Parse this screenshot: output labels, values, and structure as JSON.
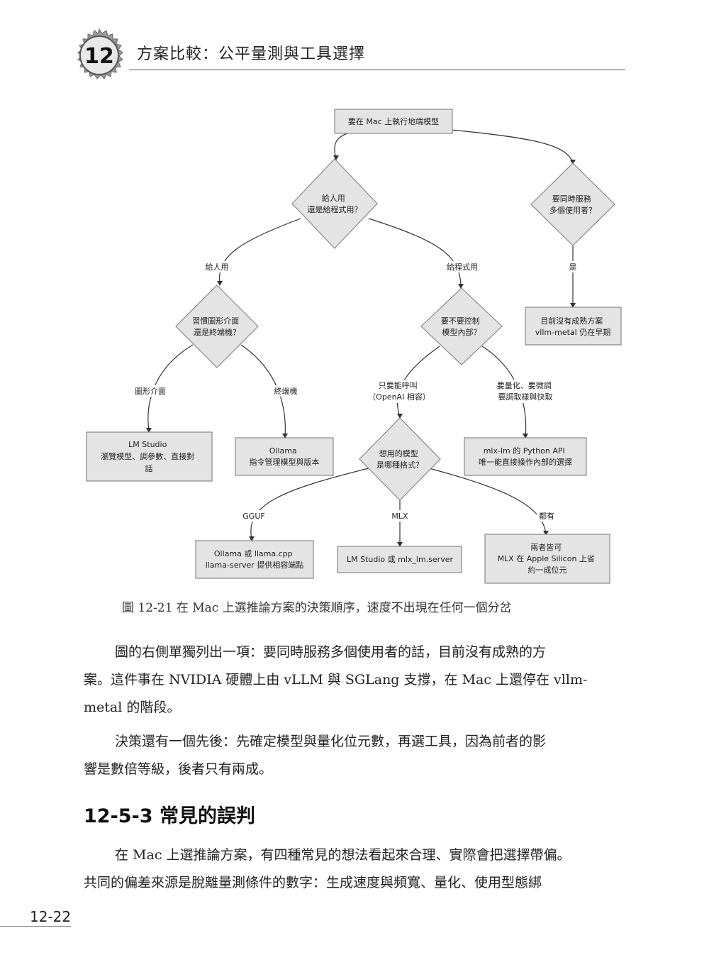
{
  "header": {
    "chapter_number": "12",
    "chapter_title": "方案比較：公平量測與工具選擇"
  },
  "flowchart": {
    "nodes": {
      "start": "要在 Mac 上執行地端模型",
      "q_user_or_program": [
        "給人用",
        "還是給程式用？"
      ],
      "q_multi_user": [
        "要同時服務",
        "多個使用者？"
      ],
      "q_gui_or_terminal": [
        "習慣圖形介面",
        "還是終端機？"
      ],
      "q_control_internals": [
        "要不要控制",
        "模型內部？"
      ],
      "q_model_format": [
        "想用的模型",
        "是哪種格式？"
      ],
      "r_no_mature": [
        "目前沒有成熟方案",
        "vllm-metal 仍在早期"
      ],
      "r_lm_studio": [
        "LM Studio",
        "瀏覽模型、調參數、直接對",
        "話"
      ],
      "r_ollama": [
        "Ollama",
        "指令管理模型與版本"
      ],
      "r_mlx_lm": [
        "mlx-lm 的 Python API",
        "唯一能直接操作內部的選擇"
      ],
      "r_gguf": [
        "Ollama 或 llama.cpp",
        "llama-server 提供相容端點"
      ],
      "r_mlx": [
        "LM Studio 或 mlx_lm.server"
      ],
      "r_both": [
        "兩者皆可",
        "MLX 在 Apple Silicon 上省",
        "約一成位元"
      ]
    },
    "edge_labels": {
      "for_people": "給人用",
      "for_program": "給程式用",
      "yes": "是",
      "gui": "圖形介面",
      "terminal": "終端機",
      "call_only": [
        "只要能呼叫",
        "（OpenAI 相容）"
      ],
      "quant_finetune": [
        "要量化、要微調",
        "要調取樣與快取"
      ],
      "gguf": "GGUF",
      "mlx": "MLX",
      "both": "都有"
    }
  },
  "caption": "圖 12-21  在 Mac 上選推論方案的決策順序，速度不出現在任何一個分岔",
  "paragraphs": [
    [
      "圖的右側單獨列出一項：要同時服務多個使用者的話，目前沒有成熟的方",
      "案。這件事在 NVIDIA 硬體上由 vLLM 與 SGLang 支撐，在 Mac 上還停在 vllm-",
      "metal 的階段。"
    ],
    [
      "決策還有一個先後：先確定模型與量化位元數，再選工具，因為前者的影",
      "響是數倍等級，後者只有兩成。"
    ]
  ],
  "section": {
    "heading": "12-5-3  常見的誤判",
    "paragraph": [
      "在 Mac 上選推論方案，有四種常見的想法看起來合理、實際會把選擇帶偏。",
      "共同的偏差來源是脫離量測條件的數字：生成速度與頻寬、量化、使用型態綁"
    ]
  },
  "footer": {
    "page_number": "12-22"
  }
}
